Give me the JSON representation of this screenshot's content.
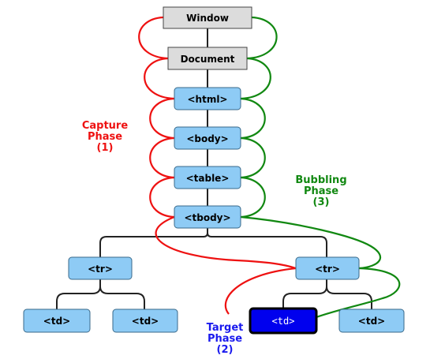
{
  "nodes": {
    "window": "Window",
    "document": "Document",
    "html": "<html>",
    "body": "<body>",
    "table": "<table>",
    "tbody": "<tbody>",
    "tr_left": "<tr>",
    "tr_right": "<tr>",
    "td_1": "<td>",
    "td_2": "<td>",
    "td_target": "<td>",
    "td_4": "<td>"
  },
  "phases": {
    "capture": {
      "line1": "Capture",
      "line2": "Phase",
      "line3": "(1)",
      "color": "#ee1111"
    },
    "bubbling": {
      "line1": "Bubbling",
      "line2": "Phase",
      "line3": "(3)",
      "color": "#118811"
    },
    "target": {
      "line1": "Target",
      "line2": "Phase",
      "line3": "(2)",
      "color": "#1a1aee"
    }
  },
  "colors": {
    "gray_box": "#dcdcdc",
    "blue_box": "#8ecbf5",
    "target_box": "#0000ee"
  }
}
